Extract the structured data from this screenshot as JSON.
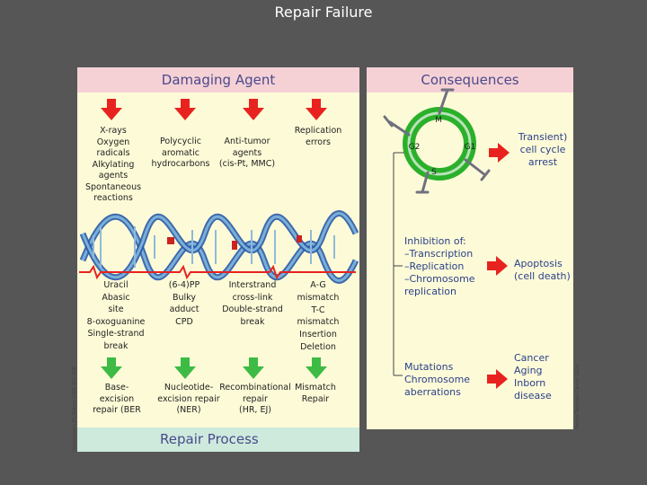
{
  "title": "Repair Failure",
  "headers": {
    "damaging_agent": "Damaging Agent",
    "consequences": "Consequences",
    "repair_process": "Repair Process"
  },
  "agents": {
    "a1": "X-rays\nOxygen\nradicals\nAlkylating\nagents\nSpontaneous\nreactions",
    "a2": "Polycyclic\naromatic\nhydrocarbons",
    "a3": "Anti-tumor\nagents\n(cis-Pt, MMC)",
    "a4": "Replication\nerrors"
  },
  "lesions": {
    "l1": "Uracil\nAbasic\nsite\n8-oxoguanine\nSingle-strand\nbreak",
    "l2": "(6-4)PP\nBulky\nadduct\nCPD",
    "l3": "Interstrand\ncross-link\nDouble-strand\nbreak",
    "l4": "A-G\nmismatch\nT-C\nmismatch\nInsertion\nDeletion"
  },
  "repairs": {
    "r1": "Base-\nexcision\nrepair (BER",
    "r2": "Nucleotide-\nexcision repair\n(NER)",
    "r3": "Recombinational\nrepair\n(HR, EJ)",
    "r4": "Mismatch\nRepair"
  },
  "cycle": {
    "m": "M",
    "g1": "G1",
    "g2": "G2",
    "s": "S"
  },
  "consequences": {
    "c1": "Transient)\ncell cycle\narrest",
    "c2_left": "Inhibition of:\n–Transcription\n–Replication\n–Chromosome\n    replication",
    "c2_right": "Apoptosis\n(cell death)",
    "c3_left": "Mutations\nChromosome\naberrations",
    "c3_right": "Cancer\nAging\nInborn\ndisease"
  },
  "credits": {
    "left": "Hoeijmakers JH. Nature 2001;411:366",
    "right": "Nature Reviews Cancer 2004"
  },
  "colors": {
    "red_arrow": "#e8231f",
    "green_arrow": "#3dbb45",
    "cell_ring": "#2bb02b",
    "strand_blue": "#2a5aa8",
    "strand_light": "#7ab0d8"
  }
}
